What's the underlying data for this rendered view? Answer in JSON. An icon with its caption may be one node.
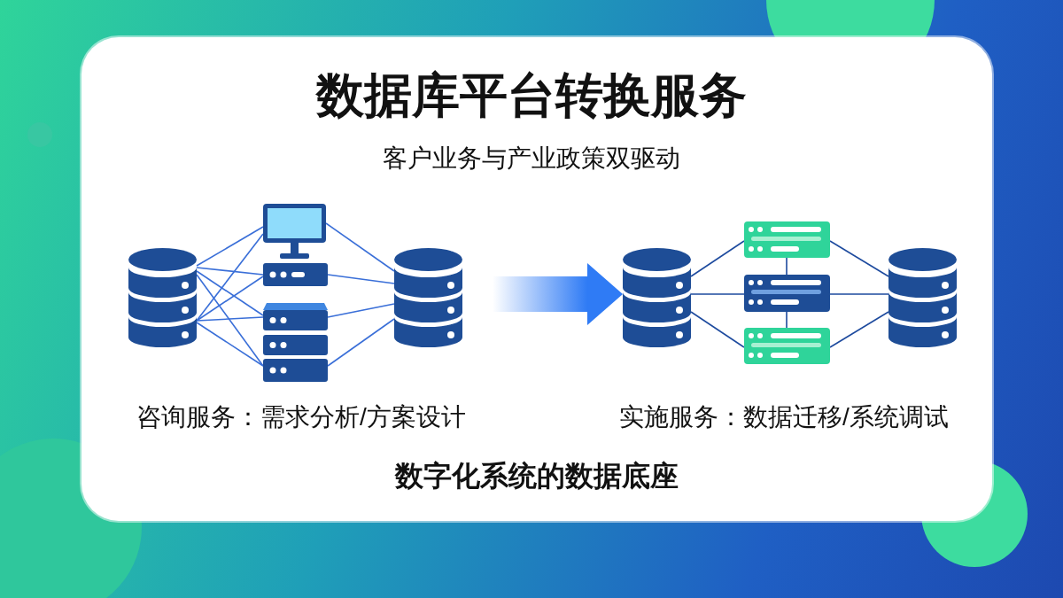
{
  "diagram": {
    "title": "数据库平台转换服务",
    "nodes": [
      {
        "text": [],
        "shape": "cylinder"
      },
      {
        "text": [],
        "shape": "monitor"
      },
      {
        "text": [],
        "shape": "box"
      },
      {
        "text": [],
        "shape": "box"
      },
      {
        "text": [],
        "shape": "box"
      },
      {
        "text": [],
        "shape": "box"
      },
      {
        "text": [],
        "shape": "cylinder"
      },
      {
        "text": [],
        "shape": "cylinder"
      },
      {
        "text": [],
        "shape": "box"
      },
      {
        "text": [],
        "shape": "box"
      },
      {
        "text": [],
        "shape": "box"
      },
      {
        "text": [],
        "shape": "cylinder"
      }
    ],
    "edges": [
      {
        "from": 0,
        "to": 1,
        "arrow": "none"
      },
      {
        "from": 0,
        "to": 1,
        "arrow": "none"
      },
      {
        "from": 0,
        "to": 2,
        "arrow": "none"
      },
      {
        "from": 0,
        "to": 2,
        "arrow": "none"
      },
      {
        "from": 0,
        "to": 3,
        "arrow": "none"
      },
      {
        "from": 0,
        "to": 3,
        "arrow": "none"
      },
      {
        "from": 0,
        "to": 5,
        "arrow": "none"
      },
      {
        "from": 0,
        "to": 5,
        "arrow": "none"
      },
      {
        "from": 1,
        "to": 6,
        "arrow": "none"
      },
      {
        "from": 2,
        "to": 6,
        "arrow": "none"
      },
      {
        "from": 3,
        "to": 6,
        "arrow": "none"
      },
      {
        "from": 5,
        "to": 6,
        "arrow": "none"
      },
      {
        "from": 6,
        "to": 7,
        "arrow": "to",
        "style": "thick",
        "color": "#2f7bf5"
      },
      {
        "from": 7,
        "to": 8,
        "arrow": "none",
        "color": "#1d4a9e"
      },
      {
        "from": 7,
        "to": 9,
        "arrow": "none",
        "color": "#1d4a9e"
      },
      {
        "from": 7,
        "to": 10,
        "arrow": "none",
        "color": "#1d4a9e"
      },
      {
        "from": 8,
        "to": 9,
        "arrow": "none",
        "color": "#1d4a9e"
      },
      {
        "from": 9,
        "to": 10,
        "arrow": "none",
        "color": "#1d4a9e"
      },
      {
        "from": 8,
        "to": 11,
        "arrow": "none",
        "color": "#1d4a9e"
      },
      {
        "from": 9,
        "to": 11,
        "arrow": "none",
        "color": "#1d4a9e"
      },
      {
        "from": 10,
        "to": 11,
        "arrow": "none",
        "color": "#1d4a9e"
      }
    ],
    "labels": [
      "客户业务与产业政策双驱动",
      "咨询服务：需求分析/方案设计",
      "实施服务：数据迁移/系统调试",
      "数字化系统的数据底座"
    ]
  }
}
